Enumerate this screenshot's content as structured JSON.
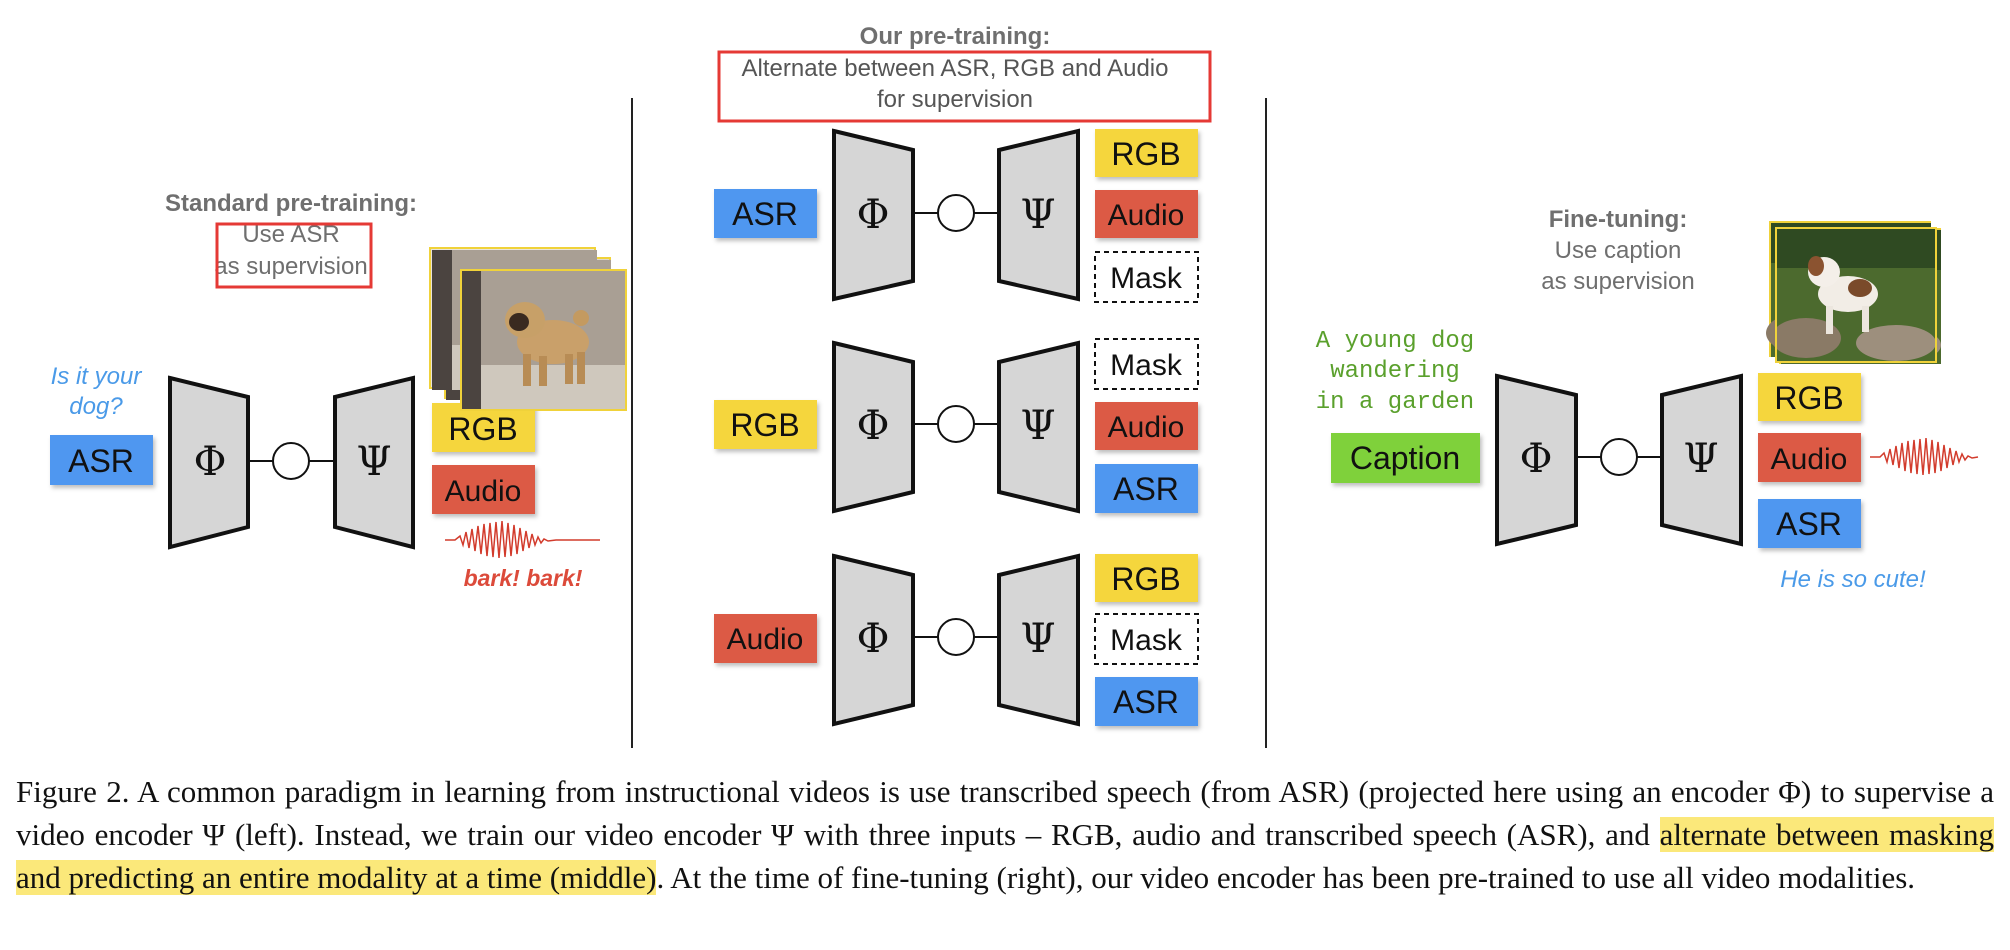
{
  "colors": {
    "asr": "#4f97f0",
    "rgb": "#f5d63d",
    "audio": "#dc5a44",
    "caption_box": "#7fd13b",
    "encoder_fill": "#d6d6d6",
    "highlight_box": "#e53935",
    "asr_text": "#4a9ae8",
    "bark_text": "#dc4a3a",
    "caption_text": "#5aa02c",
    "caption_highlight": "#fbe87a"
  },
  "symbols": {
    "phi": "Φ",
    "psi": "Ψ"
  },
  "left": {
    "title": "Standard pre-training:",
    "subtitle_line1": "Use ASR",
    "subtitle_line2": "as supervision",
    "speech_line1": "Is it your",
    "speech_line2": "dog?",
    "input": "ASR",
    "outputs": [
      "RGB",
      "Audio"
    ],
    "sound_text": "bark! bark!",
    "image": "pug-dog-photo"
  },
  "middle": {
    "title": "Our pre-training:",
    "subtitle_line1": "Alternate between ASR, RGB and Audio",
    "subtitle_line2": "for supervision",
    "rows": [
      {
        "input": "ASR",
        "outputs": [
          "RGB",
          "Audio",
          "Mask"
        ]
      },
      {
        "input": "RGB",
        "outputs": [
          "Mask",
          "Audio",
          "ASR"
        ]
      },
      {
        "input": "Audio",
        "outputs": [
          "RGB",
          "Mask",
          "ASR"
        ]
      }
    ]
  },
  "right": {
    "title": "Fine-tuning:",
    "subtitle_line1": "Use caption",
    "subtitle_line2": "as supervision",
    "caption_line1": "A young dog",
    "caption_line2": "wandering",
    "caption_line3": "in a garden",
    "input": "Caption",
    "outputs": [
      "RGB",
      "Audio",
      "ASR"
    ],
    "speech_text": "He is so cute!",
    "image": "puppy-photo"
  },
  "caption": {
    "part1": "Figure 2. A common paradigm in learning from instructional videos is use transcribed speech (from ASR) (projected here using an encoder Φ) to supervise a video encoder Ψ (left). Instead, we train our video encoder Ψ with three inputs – RGB, audio and transcribed speech (ASR), and ",
    "highlight": "alternate between masking and predicting an entire modality at a time (middle)",
    "part2": ". At the time of fine-tuning (right), our video encoder has been pre-trained to use all video modalities."
  }
}
